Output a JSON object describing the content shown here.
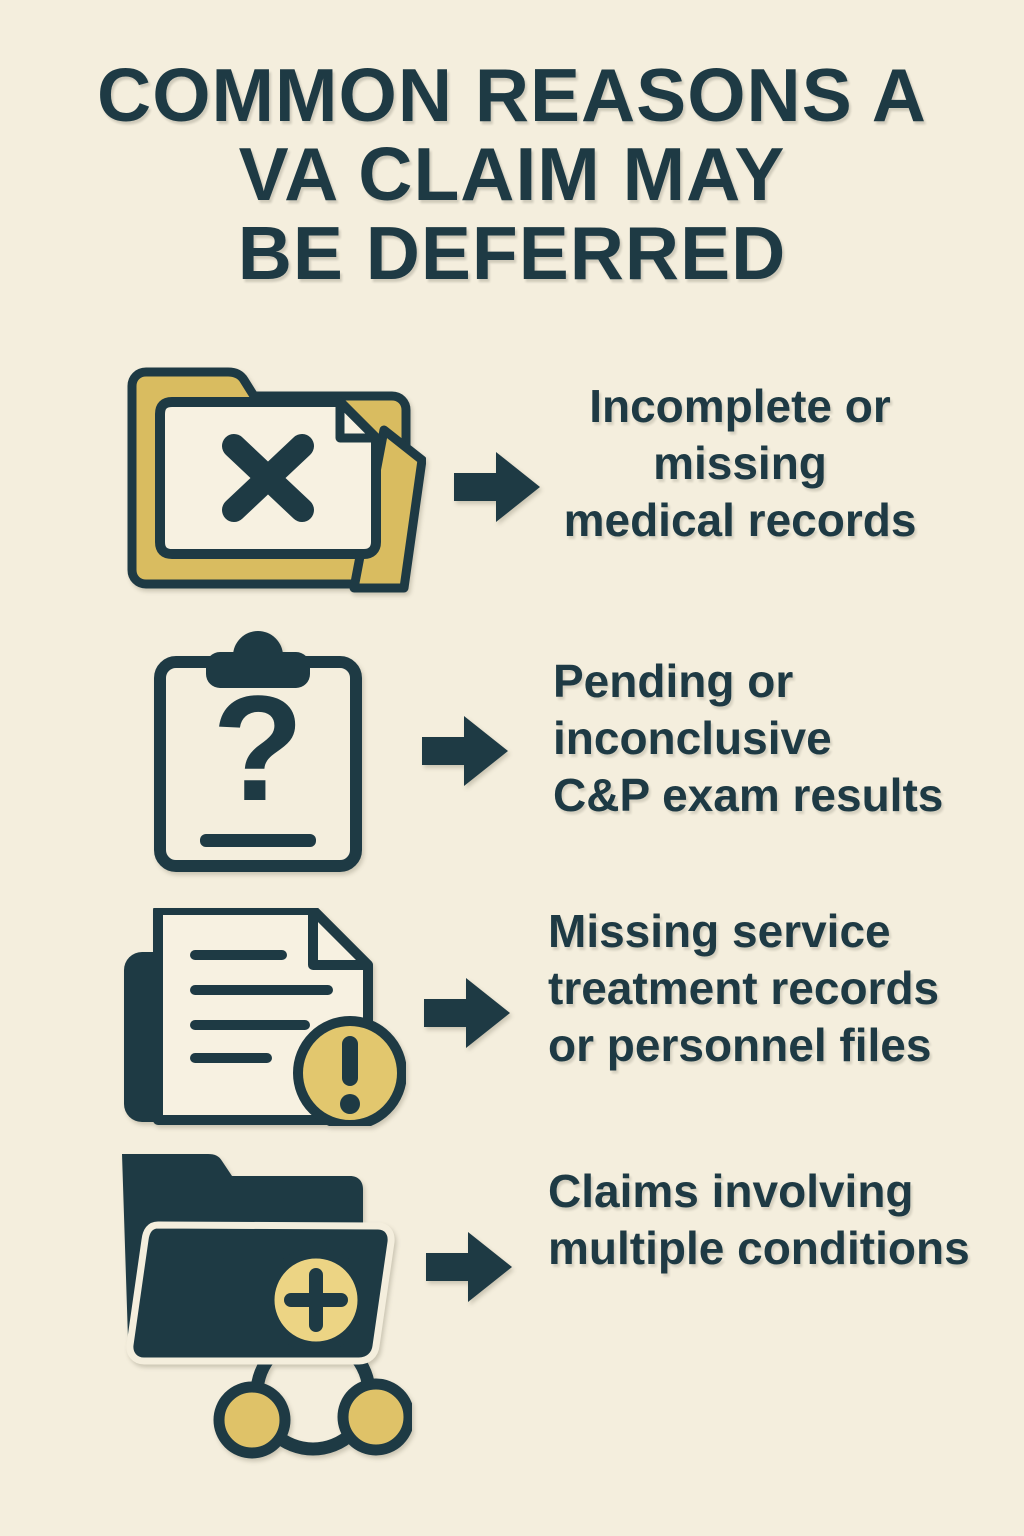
{
  "title": {
    "line1": "COMMON REASONS A",
    "line2": "VA CLAIM MAY",
    "line3": "BE DEFERRED"
  },
  "rows": [
    {
      "icon": "folder-x-icon",
      "line1": "Incomplete or",
      "line2": "missing",
      "line3": "medical records"
    },
    {
      "icon": "clipboard-question-icon",
      "glyph": "?",
      "line1": "Pending or",
      "line2": "inconclusive",
      "line3": "C&P exam results"
    },
    {
      "icon": "document-alert-icon",
      "line1": "Missing service",
      "line2": "treatment records",
      "line3": "or personnel files"
    },
    {
      "icon": "folder-add-multiple-icon",
      "line1": "Claims involving",
      "line2": "multiple conditions"
    }
  ],
  "arrow_icon": "arrow-right-icon",
  "colors": {
    "background": "#f4eedd",
    "dark_teal": "#1e3a44",
    "gold": "#d9bc60",
    "gold_light": "#ecd484",
    "paper": "#f7f1e1"
  }
}
